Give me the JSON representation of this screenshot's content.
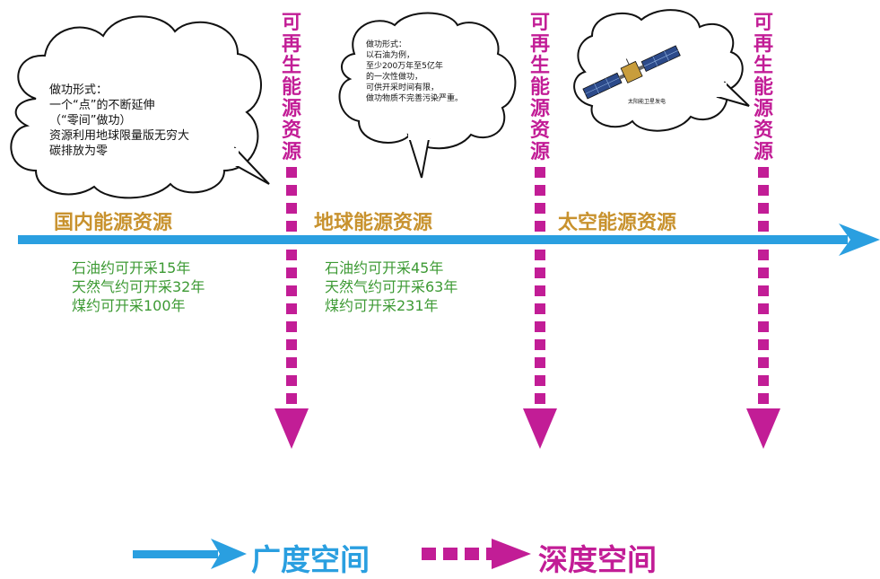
{
  "timeline_stages": [
    {
      "label": "国内能源资源"
    },
    {
      "label": "地球能源资源"
    },
    {
      "label": "太空能源资源"
    }
  ],
  "renewable_label": "可再生能源资源",
  "stats": {
    "domestic": [
      "石油约可开采15年",
      "天然气约可开采32年",
      "煤约可开采100年"
    ],
    "earth": [
      "石油约可开采45年",
      "天然气约可开采63年",
      "煤约可开采231年"
    ]
  },
  "clouds": {
    "domestic": [
      "做功形式：",
      "一个“点”的不断延伸",
      "（“零间”做功）",
      "资源利用地球限量版无穷大",
      "碳排放为零"
    ],
    "earth": [
      "做功形式：",
      "以石油为例，",
      "至少200万年至5亿年",
      "的一次性做功，",
      "可供开采时间有限，",
      "做功物质不完善污染严重。"
    ],
    "space": [
      "太阳能卫星发电"
    ]
  },
  "legend": {
    "breadth": "广度空间",
    "depth": "深度空间"
  },
  "colors": {
    "timeline_arrow": "#2a9fe0",
    "renewable": "#c21d96",
    "stage_label": "#c8922e",
    "stats_text": "#3d9a34"
  }
}
